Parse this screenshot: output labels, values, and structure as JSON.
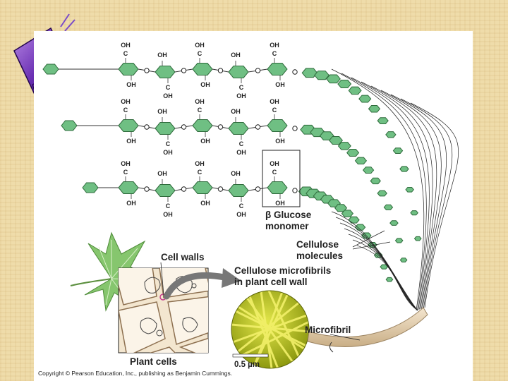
{
  "labels": {
    "beta_glucose": "β Glucose",
    "monomer": "monomer",
    "cellulose": "Cellulose",
    "molecules": "molecules",
    "cell_walls": "Cell walls",
    "microfibrils_line1": "Cellulose microfibrils",
    "microfibrils_line2": "in plant cell wall",
    "microfibril": "Microfibril",
    "plant_cells": "Plant cells",
    "scale_bar": "0.5 µm"
  },
  "credit": "Copyright © Pearson Education, Inc., publishing as Benjamin Cummings.",
  "atoms": {
    "hydroxyl": "OH",
    "carbon": "C",
    "oxygen": "O"
  },
  "colors": {
    "ring_fill": "#6fbf83",
    "ring_stroke": "#2f6b3c",
    "leaf": "#86c66e",
    "micrograph": "#c8cc2a",
    "fibril": "#e6d2b4",
    "arrow": "#777777",
    "marker": "#7a3fb5"
  }
}
